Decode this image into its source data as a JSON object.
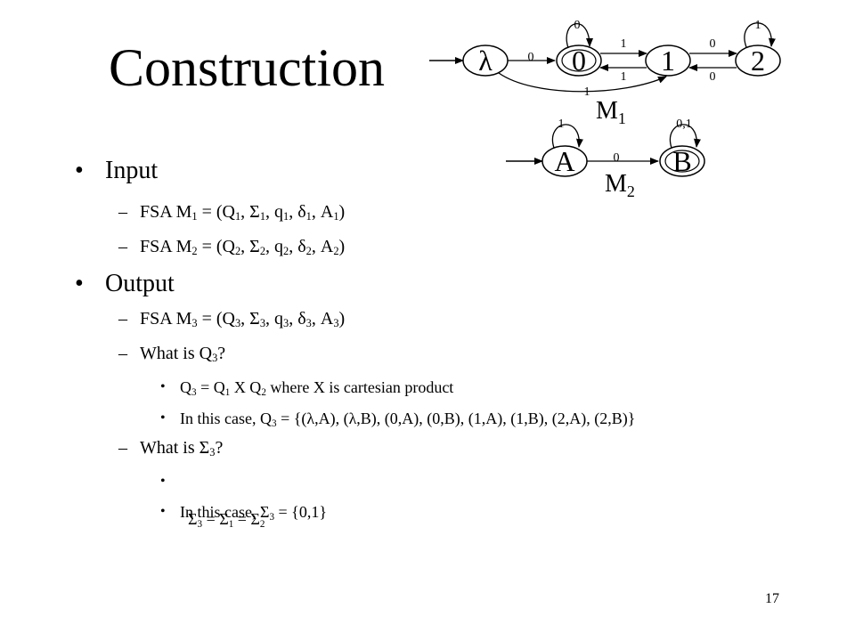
{
  "slide": {
    "title": "Construction",
    "page_number": "17"
  },
  "diagram_m1": {
    "states": [
      {
        "id": "lambda",
        "label": "λ",
        "double": false
      },
      {
        "id": "q0",
        "label": "0",
        "double": true
      },
      {
        "id": "q1",
        "label": "1",
        "double": false
      },
      {
        "id": "q2",
        "label": "2",
        "double": false
      }
    ],
    "machine_label": "M",
    "machine_sub": "1",
    "edge_labels": {
      "lambda_to_0": "0",
      "lambda_to_1": "1",
      "loop_0": "0",
      "loop_2": "1",
      "e_0_to_1": "1",
      "e_1_to_0": "1",
      "e_1_to_2": "0",
      "e_2_to_1": "0"
    }
  },
  "diagram_m2": {
    "states": [
      {
        "id": "A",
        "label": "A",
        "double": false
      },
      {
        "id": "B",
        "label": "B",
        "double": true
      }
    ],
    "machine_label": "M",
    "machine_sub": "2",
    "edge_labels": {
      "loop_A": "1",
      "loop_B": "0,1",
      "A_to_B": "0"
    }
  },
  "bullets": {
    "input": {
      "marker": "•",
      "label": "Input",
      "items": [
        {
          "marker": "–",
          "pre": "FSA M",
          "sub1": "1",
          "eq": " = (Q",
          "s1": "1",
          "c1": ", Σ",
          "s2": "1",
          "c2": ", q",
          "s3": "1",
          "c3": ", δ",
          "s4": "1",
          "c4": ", A",
          "s5": "1",
          "end": ")"
        },
        {
          "marker": "–",
          "pre": "FSA M",
          "sub1": "2",
          "eq": " = (Q",
          "s1": "2",
          "c1": ", Σ",
          "s2": "2",
          "c2": ", q",
          "s3": "2",
          "c3": ", δ",
          "s4": "2",
          "c4": ", A",
          "s5": "2",
          "end": ")"
        }
      ]
    },
    "output": {
      "marker": "•",
      "label": "Output",
      "fsa3": {
        "marker": "–",
        "pre": "FSA M",
        "sub1": "3",
        "eq": " = (Q",
        "s1": "3",
        "c1": ", Σ",
        "s2": "3",
        "c2": ", q",
        "s3": "3",
        "c3": ", δ",
        "s4": "3",
        "c4": ", A",
        "s5": "3",
        "end": ")"
      },
      "q3_question": {
        "marker": "–",
        "pre": "What is Q",
        "sub": "3",
        "end": "?"
      },
      "q3_def": {
        "marker": "•",
        "a": "Q",
        "sa": "3",
        "b": " = Q",
        "sb": "1",
        "c": " X Q",
        "sc": "2",
        "d": " where X is cartesian product"
      },
      "q3_case": {
        "marker": "•",
        "a": "In this case, Q",
        "sa": "3",
        "b": " = {(λ,A), (λ,B), (0,A), (0,B), (1,A), (1,B), (2,A), (2,B)}"
      },
      "sigma_question": {
        "marker": "–",
        "pre": "What is Σ",
        "sub": "3",
        "end": "?"
      },
      "sigma_def": {
        "marker": "•",
        "a": "  Σ",
        "sa": "3",
        "b": " = Σ",
        "sb": "1",
        "c": " = Σ",
        "sc": "2"
      },
      "sigma_case": {
        "marker": "•",
        "a": "In this case, Σ",
        "sa": "3",
        "b": " = {0,1}"
      }
    }
  }
}
